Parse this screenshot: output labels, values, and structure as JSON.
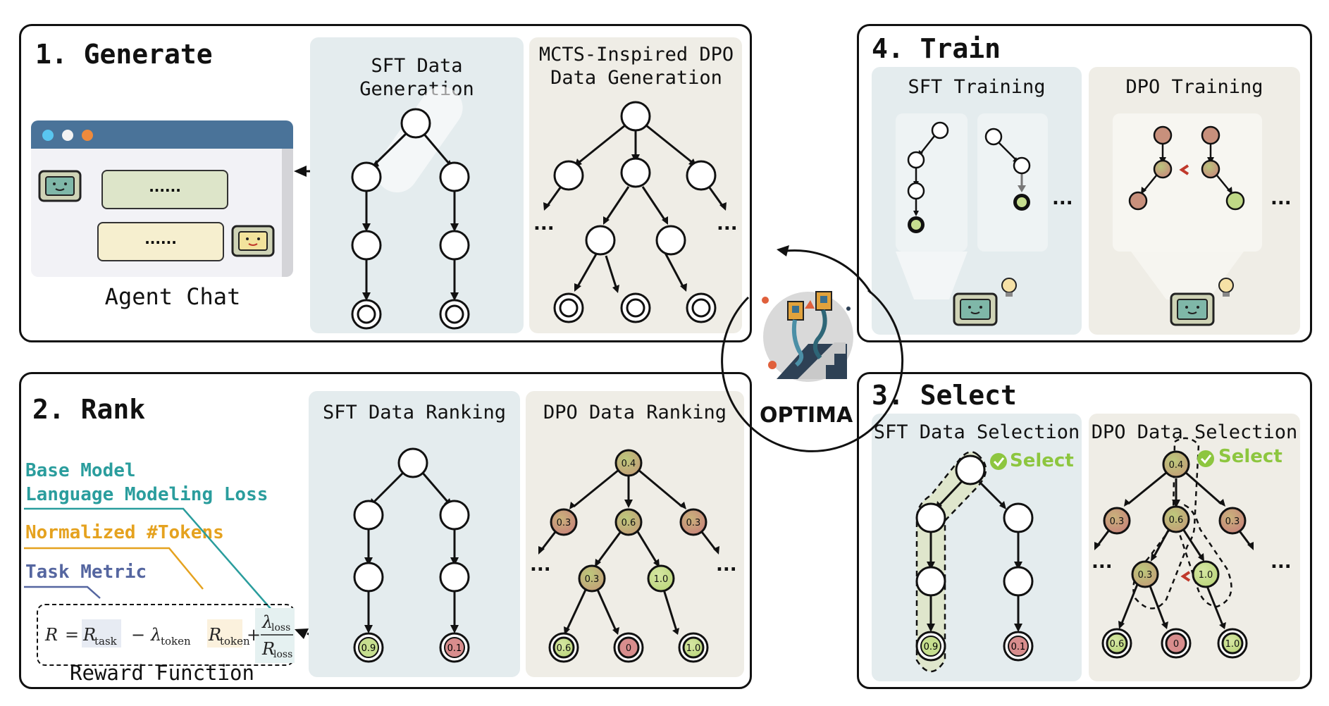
{
  "colors": {
    "teal": "#2a9d9d",
    "orange": "#e5a21f",
    "slate": "#5566a0",
    "green_check": "#8dc63f",
    "sft_panel": "#e4ecee",
    "dpo_panel": "#efede6"
  },
  "center": {
    "label": "OPTIMA"
  },
  "generate": {
    "title": "1. Generate",
    "sft_label": "SFT Data Generation",
    "dpo_label": "MCTS-Inspired DPO Data Generation",
    "agent_chat_label": "Agent Chat",
    "chat_bubble_1": "......",
    "chat_bubble_2": "......",
    "ellipsis": "..."
  },
  "rank": {
    "title": "2. Rank",
    "sft_label": "SFT Data Ranking",
    "dpo_label": "DPO Data Ranking",
    "legend": {
      "base_model": "Base Model",
      "lm_loss": "Language Modeling Loss",
      "tokens": "Normalized #Tokens",
      "task_metric": "Task Metric"
    },
    "reward_label": "Reward Function",
    "sft_leaf_values": [
      "0.9",
      "0.1"
    ],
    "dpo_values": {
      "root": "0.4",
      "level1": [
        "0.3",
        "0.6",
        "0.3"
      ],
      "level2": [
        "0.3",
        "1.0"
      ],
      "leaves": [
        "0.6",
        "0",
        "1.0"
      ]
    },
    "ellipsis": "..."
  },
  "select": {
    "title": "3. Select",
    "sft_label": "SFT Data Selection",
    "dpo_label": "DPO Data Selection",
    "select_label": "Select",
    "sft_leaf_values": [
      "0.9",
      "0.1"
    ],
    "dpo_values": {
      "root": "0.4",
      "level1": [
        "0.3",
        "0.6",
        "0.3"
      ],
      "level2": [
        "0.3",
        "1.0"
      ],
      "leaves": [
        "0.6",
        "0",
        "1.0"
      ]
    },
    "ellipsis": "..."
  },
  "train": {
    "title": "4. Train",
    "sft_label": "SFT Training",
    "dpo_label": "DPO Training",
    "ellipsis": "..."
  }
}
